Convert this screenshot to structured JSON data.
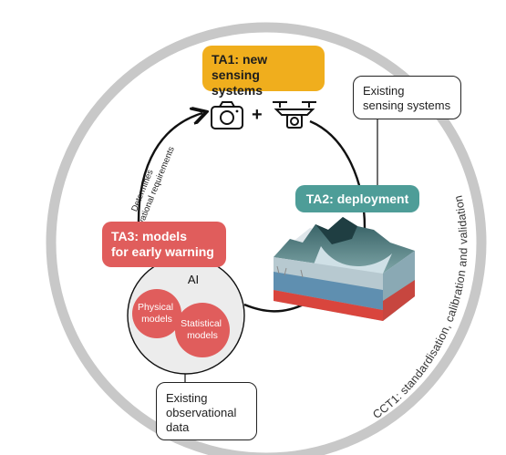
{
  "ta1": {
    "line1": "TA1: new sensing",
    "line2": "systems"
  },
  "plus": "+",
  "ta2": {
    "label": "TA2: deployment"
  },
  "ta3": {
    "line1": "TA3: models",
    "line2": "for early warning"
  },
  "existing_sensing": {
    "line1": "Existing",
    "line2": "sensing systems"
  },
  "existing_data": {
    "line1": "Existing",
    "line2": "observational",
    "line3": "data"
  },
  "arrow_note": {
    "line1": "Determines",
    "line2": "observational requirements"
  },
  "ai_circle": {
    "label": "AI",
    "physical": {
      "line1": "Physical",
      "line2": "models"
    },
    "statistical": {
      "line1": "Statistical",
      "line2": "models"
    }
  },
  "cct1": {
    "label": "CCT1: standardisation, calibration and validation"
  },
  "colors": {
    "ta1": "#f0ae1d",
    "ta2": "#4e9d98",
    "ta3": "#e05d5c",
    "model_bubbles": "#e05d5c",
    "outer_ring": "#c8c8c8",
    "ai_circle": "#ececec"
  },
  "icons": [
    "camera-icon",
    "drone-icon"
  ]
}
